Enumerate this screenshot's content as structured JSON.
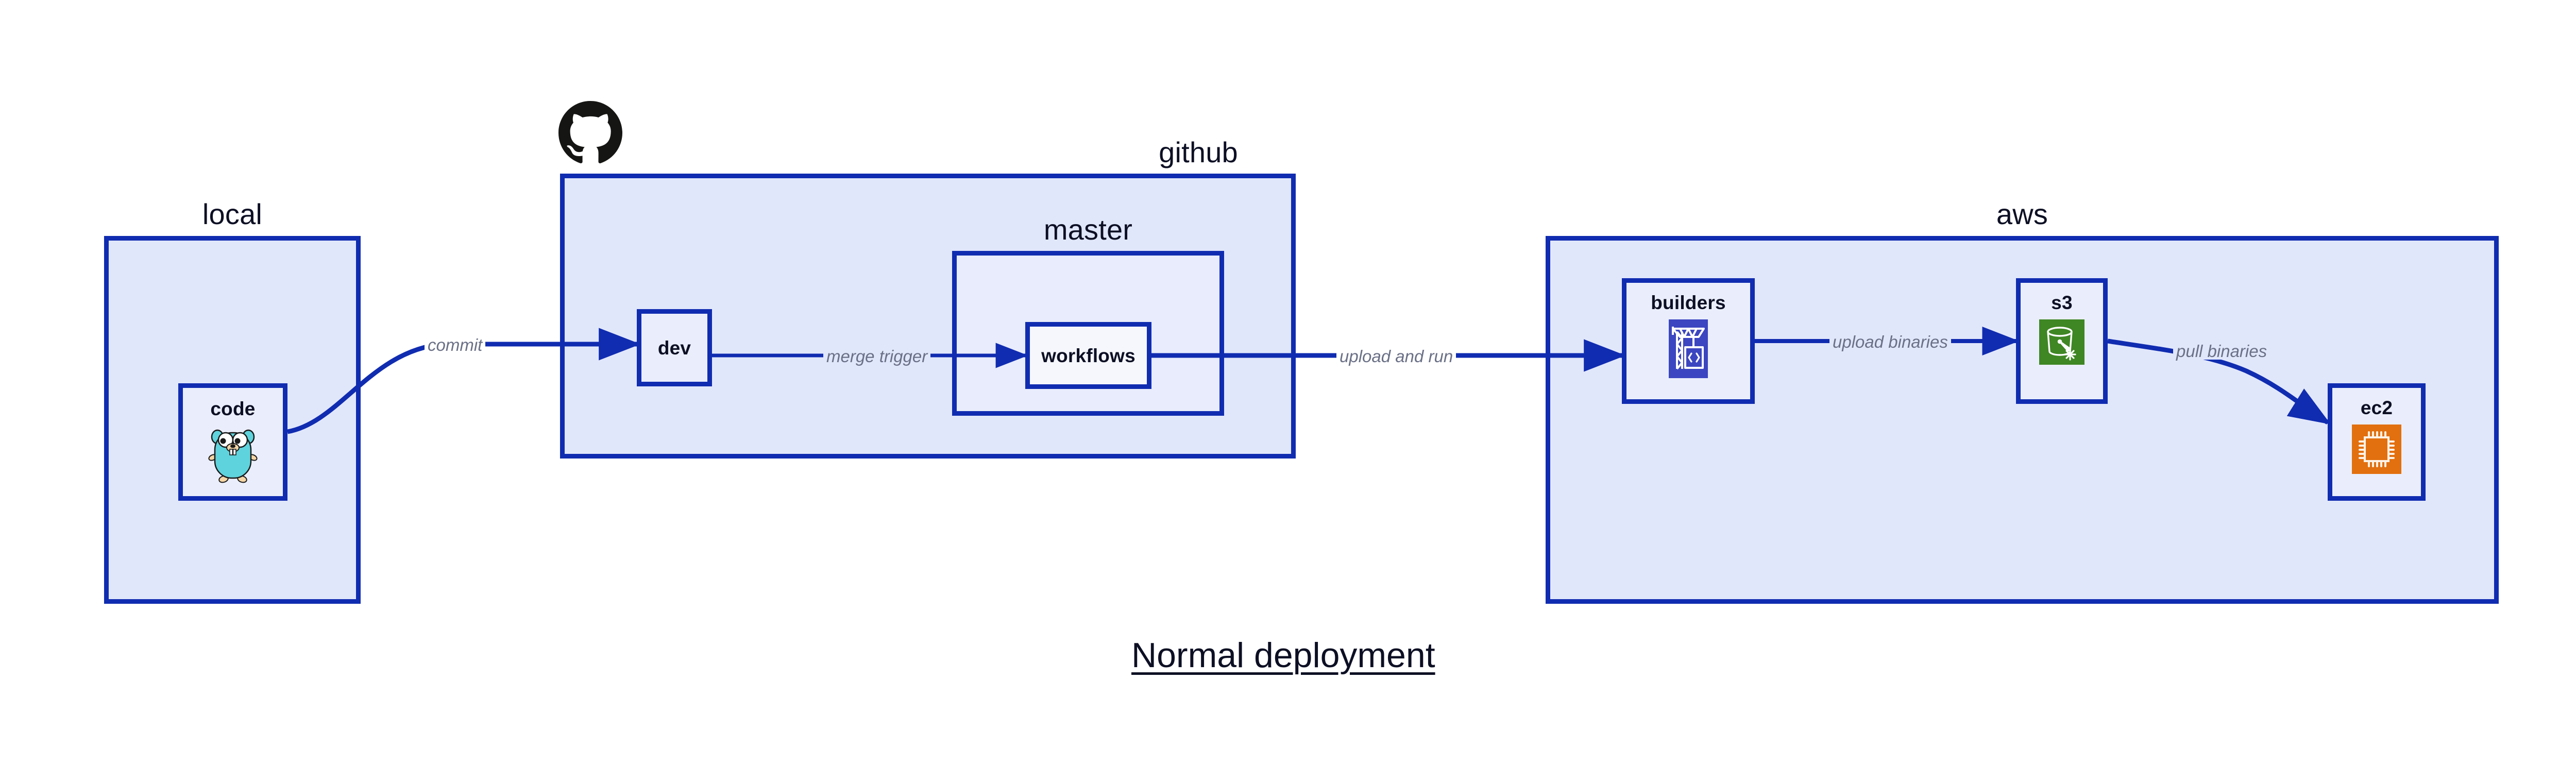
{
  "diagram": {
    "caption": "Normal deployment",
    "accent_color": "#102cb0",
    "group_fill": "#e1e7fb",
    "node_fill": "#eaeefc",
    "label_color": "#6a7086",
    "text_color": "#0d1024"
  },
  "groups": [
    {
      "id": "local",
      "title": "local"
    },
    {
      "id": "github",
      "title": "github"
    },
    {
      "id": "master",
      "title": "master"
    },
    {
      "id": "aws",
      "title": "aws"
    }
  ],
  "nodes": [
    {
      "id": "code",
      "label": "code",
      "icon": "go-gopher-icon",
      "icon_color": "#5fd3dd"
    },
    {
      "id": "dev",
      "label": "dev",
      "icon": "none",
      "icon_color": ""
    },
    {
      "id": "workflows",
      "label": "workflows",
      "icon": "none",
      "icon_color": ""
    },
    {
      "id": "builders",
      "label": "builders",
      "icon": "aws-codebuild-icon",
      "icon_color": "#3c46c0"
    },
    {
      "id": "s3",
      "label": "s3",
      "icon": "aws-s3-glacier-icon",
      "icon_color": "#3f8624"
    },
    {
      "id": "ec2",
      "label": "ec2",
      "icon": "aws-ec2-icon",
      "icon_color": "#e2700f"
    }
  ],
  "edges": [
    {
      "id": "commit",
      "label": "commit",
      "from": "code",
      "to": "dev"
    },
    {
      "id": "merge-trigger",
      "label": "merge trigger",
      "from": "dev",
      "to": "workflows"
    },
    {
      "id": "upload-and-run",
      "label": "upload and run",
      "from": "workflows",
      "to": "builders"
    },
    {
      "id": "upload-binaries",
      "label": "upload binaries",
      "from": "builders",
      "to": "s3"
    },
    {
      "id": "pull-binaries",
      "label": "pull binaries",
      "from": "s3",
      "to": "ec2"
    }
  ],
  "logos": [
    {
      "id": "github-logo",
      "name": "github-octocat-icon",
      "color": "#151513"
    }
  ]
}
